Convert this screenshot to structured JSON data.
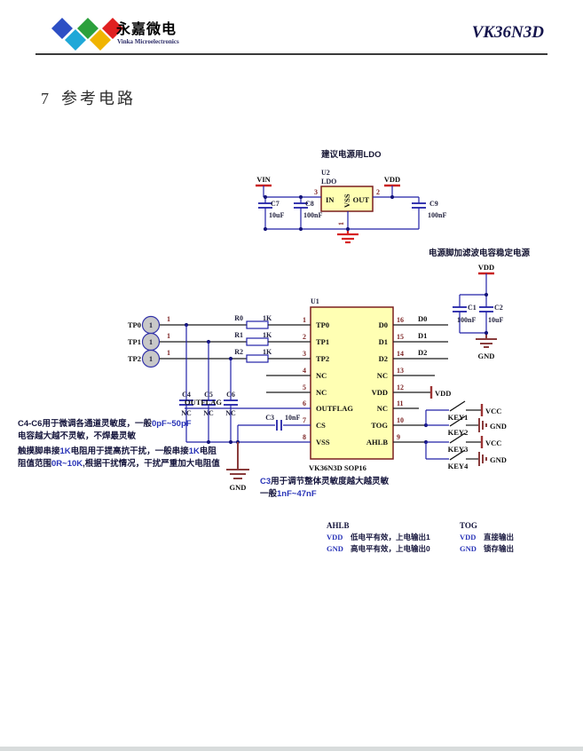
{
  "colors": {
    "wire_blue": "#2121a8",
    "wire_black": "#1a1a1a",
    "chip_fill": "#ffffb3",
    "chip_border": "#7a1f1f",
    "power_red": "#c92222",
    "ground_maroon": "#8a3c3c",
    "pin_number": "#7d2424",
    "value_blue": "#2a35b8",
    "logo_blue": "#2d4fc4",
    "logo_cyan": "#1fa8d8",
    "logo_green": "#2ca03c",
    "logo_yellow": "#f0b400",
    "logo_red": "#e02020"
  },
  "header": {
    "brand_cn": "永嘉微电",
    "brand_en": "Vinka Microelectronics",
    "doc_title": "VK36N3D"
  },
  "section": {
    "number": "7",
    "title": "参考电路"
  },
  "ldo": {
    "caption": "建议电源用LDO",
    "refdes": "U2",
    "part": "LDO",
    "pin_in": "IN",
    "pin_vss": "VSS",
    "pin_out": "OUT",
    "num_in": "3",
    "num_out": "2",
    "num_gnd": "1",
    "net_vin": "VIN",
    "net_vdd": "VDD",
    "c7_ref": "C7",
    "c7_val": "10uF",
    "c8_ref": "C8",
    "c8_val": "100nF",
    "c9_ref": "C9",
    "c9_val": "100nF"
  },
  "filter": {
    "caption": "电源脚加滤波电容稳定电源",
    "net_vdd": "VDD",
    "net_gnd": "GND",
    "c1_ref": "C1",
    "c1_val": "100nF",
    "c2_ref": "C2",
    "c2_val": "10uF"
  },
  "chip": {
    "refdes": "U1",
    "footprint": "VK36N3D SOP16",
    "left_pins": [
      {
        "num": "1",
        "name": "TP0"
      },
      {
        "num": "2",
        "name": "TP1"
      },
      {
        "num": "3",
        "name": "TP2"
      },
      {
        "num": "4",
        "name": "NC"
      },
      {
        "num": "5",
        "name": "NC"
      },
      {
        "num": "6",
        "name": "OUTFLAG"
      },
      {
        "num": "7",
        "name": "CS"
      },
      {
        "num": "8",
        "name": "VSS"
      }
    ],
    "right_pins": [
      {
        "num": "16",
        "name": "D0"
      },
      {
        "num": "15",
        "name": "D1"
      },
      {
        "num": "14",
        "name": "D2"
      },
      {
        "num": "13",
        "name": "NC"
      },
      {
        "num": "12",
        "name": "VDD"
      },
      {
        "num": "11",
        "name": "NC"
      },
      {
        "num": "10",
        "name": "TOG"
      },
      {
        "num": "9",
        "name": "AHLB"
      }
    ]
  },
  "inputs": {
    "tp0": "TP0",
    "tp1": "TP1",
    "tp2": "TP2",
    "conn_pin": "1",
    "wire_label": "1",
    "r0_ref": "R0",
    "r1_ref": "R1",
    "r2_ref": "R2",
    "r_val": "1K",
    "c4_ref": "C4",
    "c5_ref": "C5",
    "c6_ref": "C6",
    "c_nc": "NC",
    "outflag": "OUTFLAG",
    "c3_ref": "C3",
    "c3_val": "10nF",
    "gnd": "GND"
  },
  "outputs": {
    "d0": "D0",
    "d1": "D1",
    "d2": "D2",
    "vdd": "VDD",
    "vcc": "VCC",
    "gnd": "GND",
    "key1": "KEY1",
    "key2": "KEY2",
    "key3": "KEY3",
    "key4": "KEY4"
  },
  "annotations": {
    "c4c6_1a": "C4-C6用于微调各通道灵敏度，一般",
    "c4c6_1b": "0pF~50pF",
    "c4c6_2": "电容越大越不灵敏，不焊最灵敏",
    "emi_1a": "触摸脚串接",
    "emi_1b": "1K",
    "emi_1c": "电阻用于提高抗干扰，一般串接",
    "emi_1d": "1K",
    "emi_1e": "电阻",
    "emi_2a": "阻值范围",
    "emi_2b": "0R~10K",
    "emi_2c": ",根据干扰情况，干扰严重加大电阻值",
    "c3_1a": "C3",
    "c3_1b": "用于调节整体灵敏度越大越灵敏",
    "c3_2a": "一般",
    "c3_2b": "1nF~47nF"
  },
  "legend": {
    "ahlb_title": "AHLB",
    "ahlb_vdd_net": "VDD",
    "ahlb_vdd_desc": "低电平有效，上电输出1",
    "ahlb_gnd_net": "GND",
    "ahlb_gnd_desc": "高电平有效，上电输出0",
    "tog_title": "TOG",
    "tog_vdd_net": "VDD",
    "tog_vdd_desc": "直接输出",
    "tog_gnd_net": "GND",
    "tog_gnd_desc": "锁存输出"
  }
}
